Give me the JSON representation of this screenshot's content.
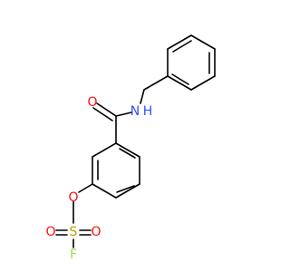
{
  "molecule": {
    "atoms": {
      "carbonyl_oxygen": "O",
      "amide_nitrogen": "N",
      "amide_hydrogen": "H",
      "ether_oxygen": "O",
      "sulfur": "S",
      "sulfonyl_oxygen_left": "O",
      "sulfonyl_oxygen_right": "O",
      "fluorine": "F"
    },
    "colors": {
      "bond": "#000000",
      "oxygen": "#ff0d0d",
      "nitrogen": "#3050f8",
      "sulfur": "#b3a000",
      "fluorine": "#90e050"
    }
  }
}
